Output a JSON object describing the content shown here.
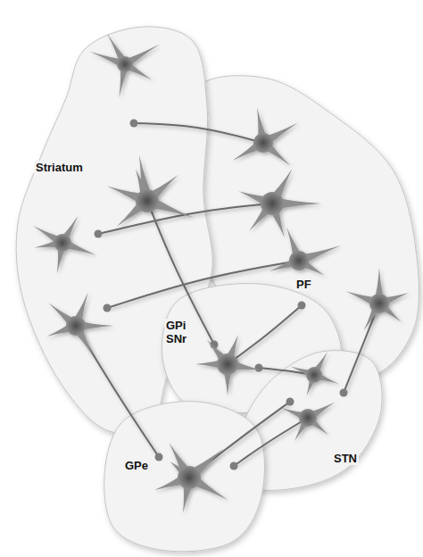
{
  "diagram": {
    "labels": [
      "Striatum",
      "PF",
      "GPi SNr",
      "GPe",
      "STN"
    ]
  }
}
